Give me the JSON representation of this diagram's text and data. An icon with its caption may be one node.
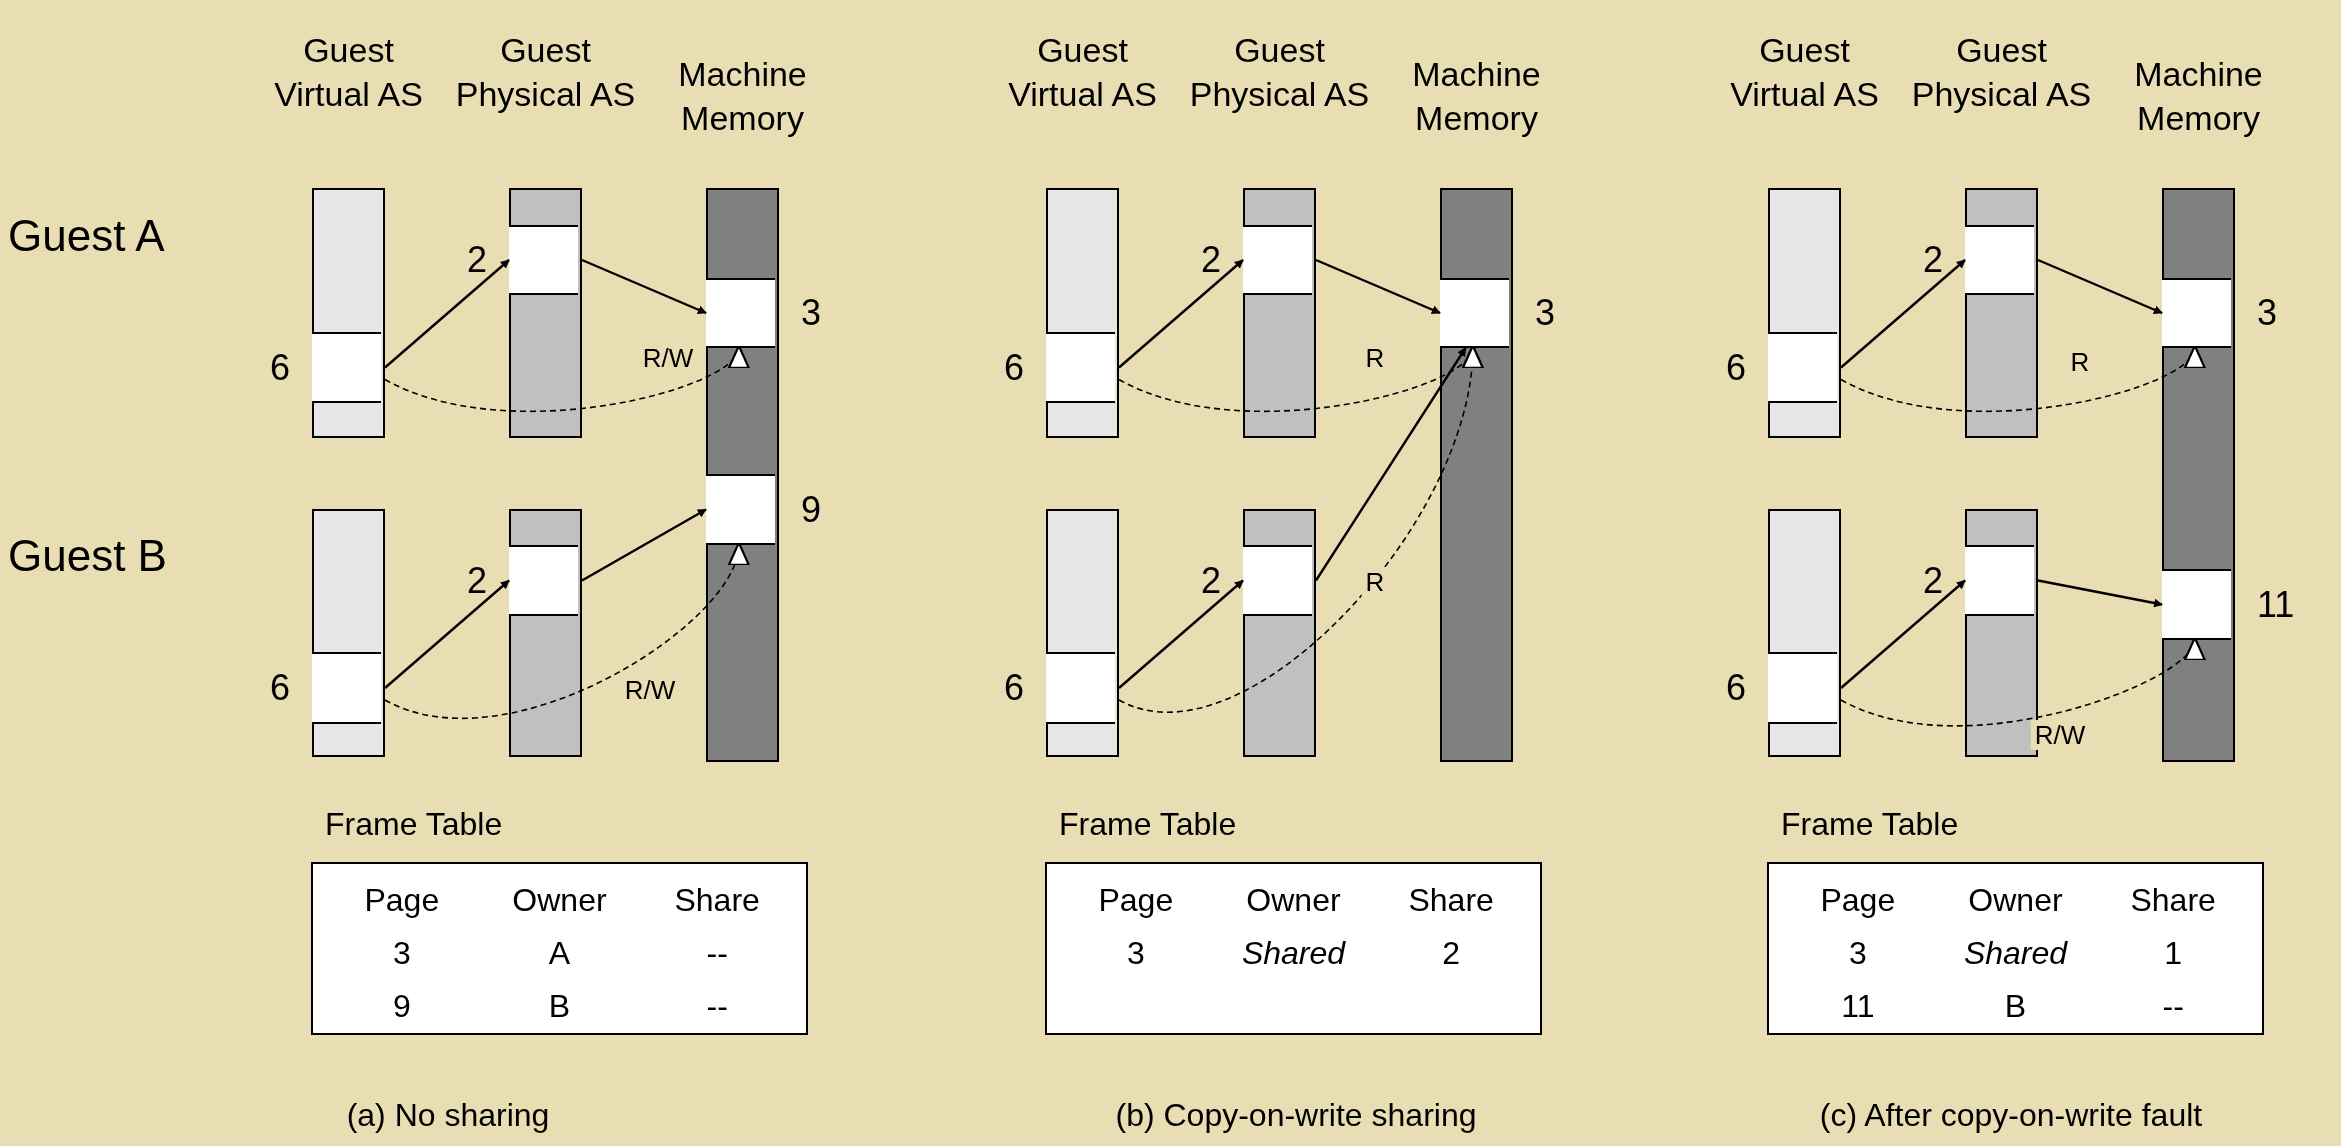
{
  "diagram": {
    "nodes": [
      {
        "text": [],
        "shape": "bar"
      },
      {
        "text": [],
        "shape": "box",
        "in": 0,
        "beside": [
          "6"
        ]
      },
      {
        "text": [],
        "shape": "bar"
      },
      {
        "text": [],
        "shape": "box",
        "in": 2,
        "beside": [
          "2"
        ]
      },
      {
        "text": [],
        "shape": "bar"
      },
      {
        "text": [],
        "shape": "box",
        "in": 4,
        "beside": [
          "3"
        ]
      },
      {
        "text": [],
        "shape": "box",
        "in": 4,
        "beside": [
          "9"
        ]
      },
      {
        "text": [],
        "shape": "bar"
      },
      {
        "text": [],
        "shape": "box",
        "in": 7,
        "beside": [
          "6"
        ]
      },
      {
        "text": [],
        "shape": "bar"
      },
      {
        "text": [],
        "shape": "box",
        "in": 9,
        "beside": [
          "2"
        ]
      },
      {
        "text": [
          "Frame Table",
          "Page",
          "Owner",
          "Share",
          "3",
          "A",
          "--",
          "9",
          "B",
          "--"
        ]
      },
      {
        "text": [],
        "shape": "bar"
      },
      {
        "text": [],
        "shape": "box",
        "in": 12,
        "beside": [
          "6"
        ]
      },
      {
        "text": [],
        "shape": "bar"
      },
      {
        "text": [],
        "shape": "box",
        "in": 14,
        "beside": [
          "2"
        ]
      },
      {
        "text": [],
        "shape": "bar"
      },
      {
        "text": [],
        "shape": "box",
        "in": 16,
        "beside": [
          "3"
        ]
      },
      {
        "text": [],
        "shape": "bar"
      },
      {
        "text": [],
        "shape": "box",
        "in": 18,
        "beside": [
          "6"
        ]
      },
      {
        "text": [],
        "shape": "bar"
      },
      {
        "text": [],
        "shape": "box",
        "in": 20,
        "beside": [
          "2"
        ]
      },
      {
        "text": [
          "Frame Table",
          "Page",
          "Owner",
          "Share",
          "3",
          "*Shared*",
          "2"
        ]
      },
      {
        "text": [],
        "shape": "bar"
      },
      {
        "text": [],
        "shape": "box",
        "in": 23,
        "beside": [
          "6"
        ]
      },
      {
        "text": [],
        "shape": "bar"
      },
      {
        "text": [],
        "shape": "box",
        "in": 25,
        "beside": [
          "2"
        ]
      },
      {
        "text": [],
        "shape": "bar"
      },
      {
        "text": [],
        "shape": "box",
        "in": 27,
        "beside": [
          "3"
        ]
      },
      {
        "text": [],
        "shape": "box",
        "in": 27,
        "beside": [
          "11"
        ]
      },
      {
        "text": [],
        "shape": "bar"
      },
      {
        "text": [],
        "shape": "box",
        "in": 30,
        "beside": [
          "6"
        ]
      },
      {
        "text": [],
        "shape": "bar"
      },
      {
        "text": [],
        "shape": "box",
        "in": 32,
        "beside": [
          "2"
        ]
      },
      {
        "text": [
          "Frame Table",
          "Page",
          "Owner",
          "Share",
          "3",
          "*Shared*",
          "1",
          "11",
          "B",
          "--"
        ]
      }
    ],
    "edges": [
      {
        "from": 1,
        "to": 3,
        "arrow": "to"
      },
      {
        "from": 3,
        "to": 5,
        "arrow": "to"
      },
      {
        "from": 1,
        "to": 5,
        "arrow": "to",
        "style": "dashed",
        "label": "R/W"
      },
      {
        "from": 8,
        "to": 10,
        "arrow": "to"
      },
      {
        "from": 10,
        "to": 6,
        "arrow": "to"
      },
      {
        "from": 8,
        "to": 6,
        "arrow": "to",
        "style": "dashed",
        "label": "R/W"
      },
      {
        "from": 13,
        "to": 15,
        "arrow": "to"
      },
      {
        "from": 15,
        "to": 17,
        "arrow": "to"
      },
      {
        "from": 13,
        "to": 17,
        "arrow": "to",
        "style": "dashed",
        "label": "R"
      },
      {
        "from": 19,
        "to": 21,
        "arrow": "to"
      },
      {
        "from": 21,
        "to": 17,
        "arrow": "to"
      },
      {
        "from": 19,
        "to": 17,
        "arrow": "to",
        "style": "dashed",
        "label": "R"
      },
      {
        "from": 24,
        "to": 26,
        "arrow": "to"
      },
      {
        "from": 26,
        "to": 28,
        "arrow": "to"
      },
      {
        "from": 24,
        "to": 28,
        "arrow": "to",
        "style": "dashed",
        "label": "R"
      },
      {
        "from": 31,
        "to": 33,
        "arrow": "to"
      },
      {
        "from": 33,
        "to": 29,
        "arrow": "to"
      },
      {
        "from": 31,
        "to": 29,
        "arrow": "to",
        "style": "dashed",
        "label": "R/W"
      }
    ],
    "labels": [
      "Guest Virtual AS",
      "Guest Physical AS",
      "Machine Memory",
      "Guest Virtual AS",
      "Guest Physical AS",
      "Machine Memory",
      "Guest Virtual AS",
      "Guest Physical AS",
      "Machine Memory",
      "Guest A",
      "Guest B",
      "(a) No sharing",
      "(b) Copy-on-write sharing",
      "(c) After copy-on-write fault"
    ]
  }
}
